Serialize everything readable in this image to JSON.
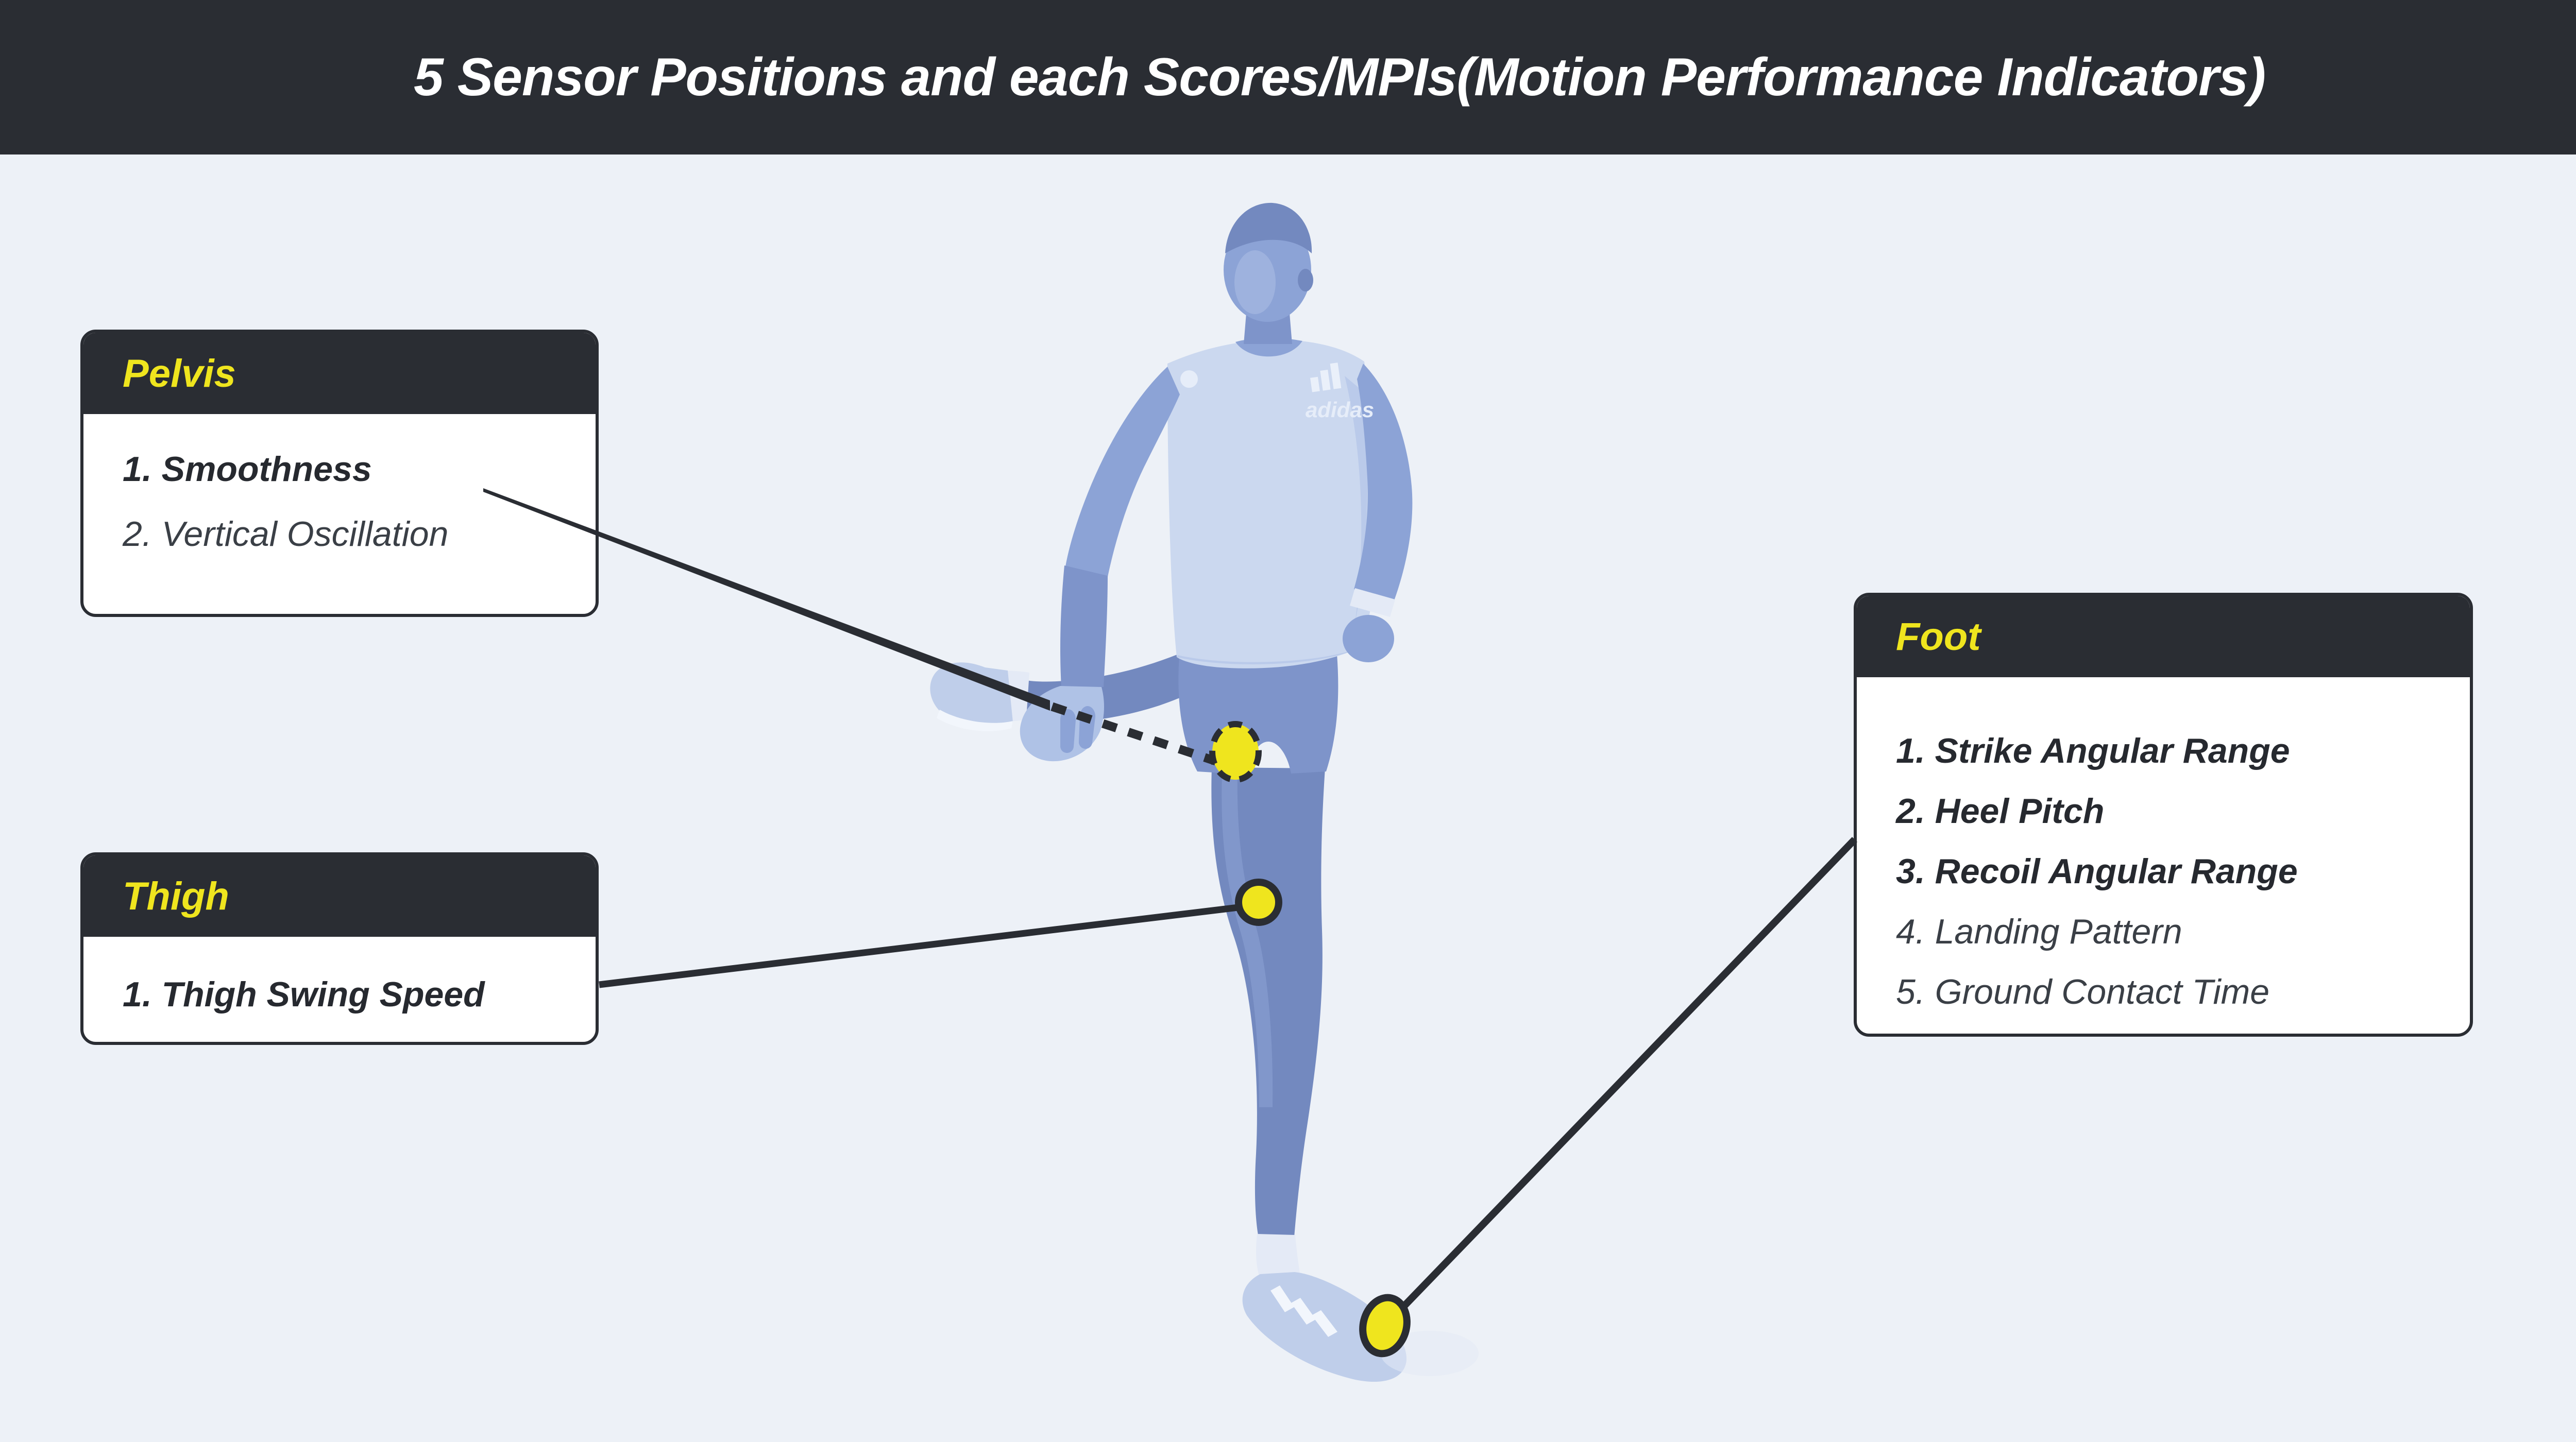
{
  "title": "5 Sensor Positions and each Scores/MPIs(Motion Performance Indicators)",
  "callouts": {
    "pelvis": {
      "header": "Pelvis",
      "items": [
        "1. Smoothness",
        "2. Vertical Oscillation"
      ]
    },
    "thigh": {
      "header": "Thigh",
      "items": [
        "1. Thigh Swing Speed"
      ]
    },
    "foot": {
      "header": "Foot",
      "items": [
        "1. Strike Angular Range",
        "2. Heel Pitch",
        "3. Recoil Angular Range",
        "4. Landing Pattern",
        "5. Ground Contact Time"
      ]
    }
  },
  "sensors": {
    "pelvis": {
      "icon": "pelvis-sensor-dot",
      "marker_style": "dashed-ring"
    },
    "thigh": {
      "icon": "thigh-sensor-dot",
      "marker_style": "solid-ring"
    },
    "foot": {
      "icon": "foot-sensor-dot",
      "marker_style": "solid-ring"
    }
  },
  "runner": {
    "jersey_text": "adidas"
  },
  "colors": {
    "accent_yellow": "#EFE51E",
    "panel_dark": "#2A2D33",
    "page_bg": "#EDF1F7",
    "text_strong": "#26292F",
    "text_regular": "#3A3F46",
    "runner_blue": "#8CA3D6",
    "runner_light_blue": "#CBD8EF"
  }
}
